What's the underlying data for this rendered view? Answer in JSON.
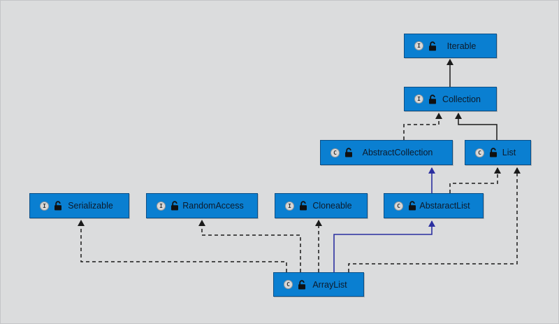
{
  "diagram": {
    "nodes": [
      {
        "id": "iterable",
        "kind": "I",
        "label": "Iterable"
      },
      {
        "id": "collection",
        "kind": "I",
        "label": "Collection"
      },
      {
        "id": "abstract-collection",
        "kind": "C",
        "label": "AbstractCollection"
      },
      {
        "id": "list",
        "kind": "C",
        "label": "List"
      },
      {
        "id": "serializable",
        "kind": "I",
        "label": "Serializable"
      },
      {
        "id": "random-access",
        "kind": "I",
        "label": "RandomAccess"
      },
      {
        "id": "cloneable",
        "kind": "I",
        "label": "Cloneable"
      },
      {
        "id": "abstract-list",
        "kind": "C",
        "label": "AbstaractList"
      },
      {
        "id": "array-list",
        "kind": "C",
        "label": "ArrayList"
      }
    ],
    "edges": [
      {
        "from": "collection",
        "to": "iterable",
        "style": "solid-black"
      },
      {
        "from": "list",
        "to": "collection",
        "style": "solid-black"
      },
      {
        "from": "abstract-collection",
        "to": "collection",
        "style": "dashed-black"
      },
      {
        "from": "abstract-list",
        "to": "abstract-collection",
        "style": "solid-blue"
      },
      {
        "from": "abstract-list",
        "to": "list",
        "style": "dashed-black"
      },
      {
        "from": "array-list",
        "to": "abstract-list",
        "style": "solid-blue"
      },
      {
        "from": "array-list",
        "to": "list",
        "style": "dashed-black"
      },
      {
        "from": "array-list",
        "to": "serializable",
        "style": "dashed-black"
      },
      {
        "from": "array-list",
        "to": "random-access",
        "style": "dashed-black"
      },
      {
        "from": "array-list",
        "to": "cloneable",
        "style": "dashed-black"
      }
    ],
    "colors": {
      "background": "#dbdcdd",
      "node_fill": "#0a7fd1",
      "node_border": "#0b4f87",
      "edge_black": "#1a1a1a",
      "edge_blue": "#2b2fa0"
    }
  }
}
